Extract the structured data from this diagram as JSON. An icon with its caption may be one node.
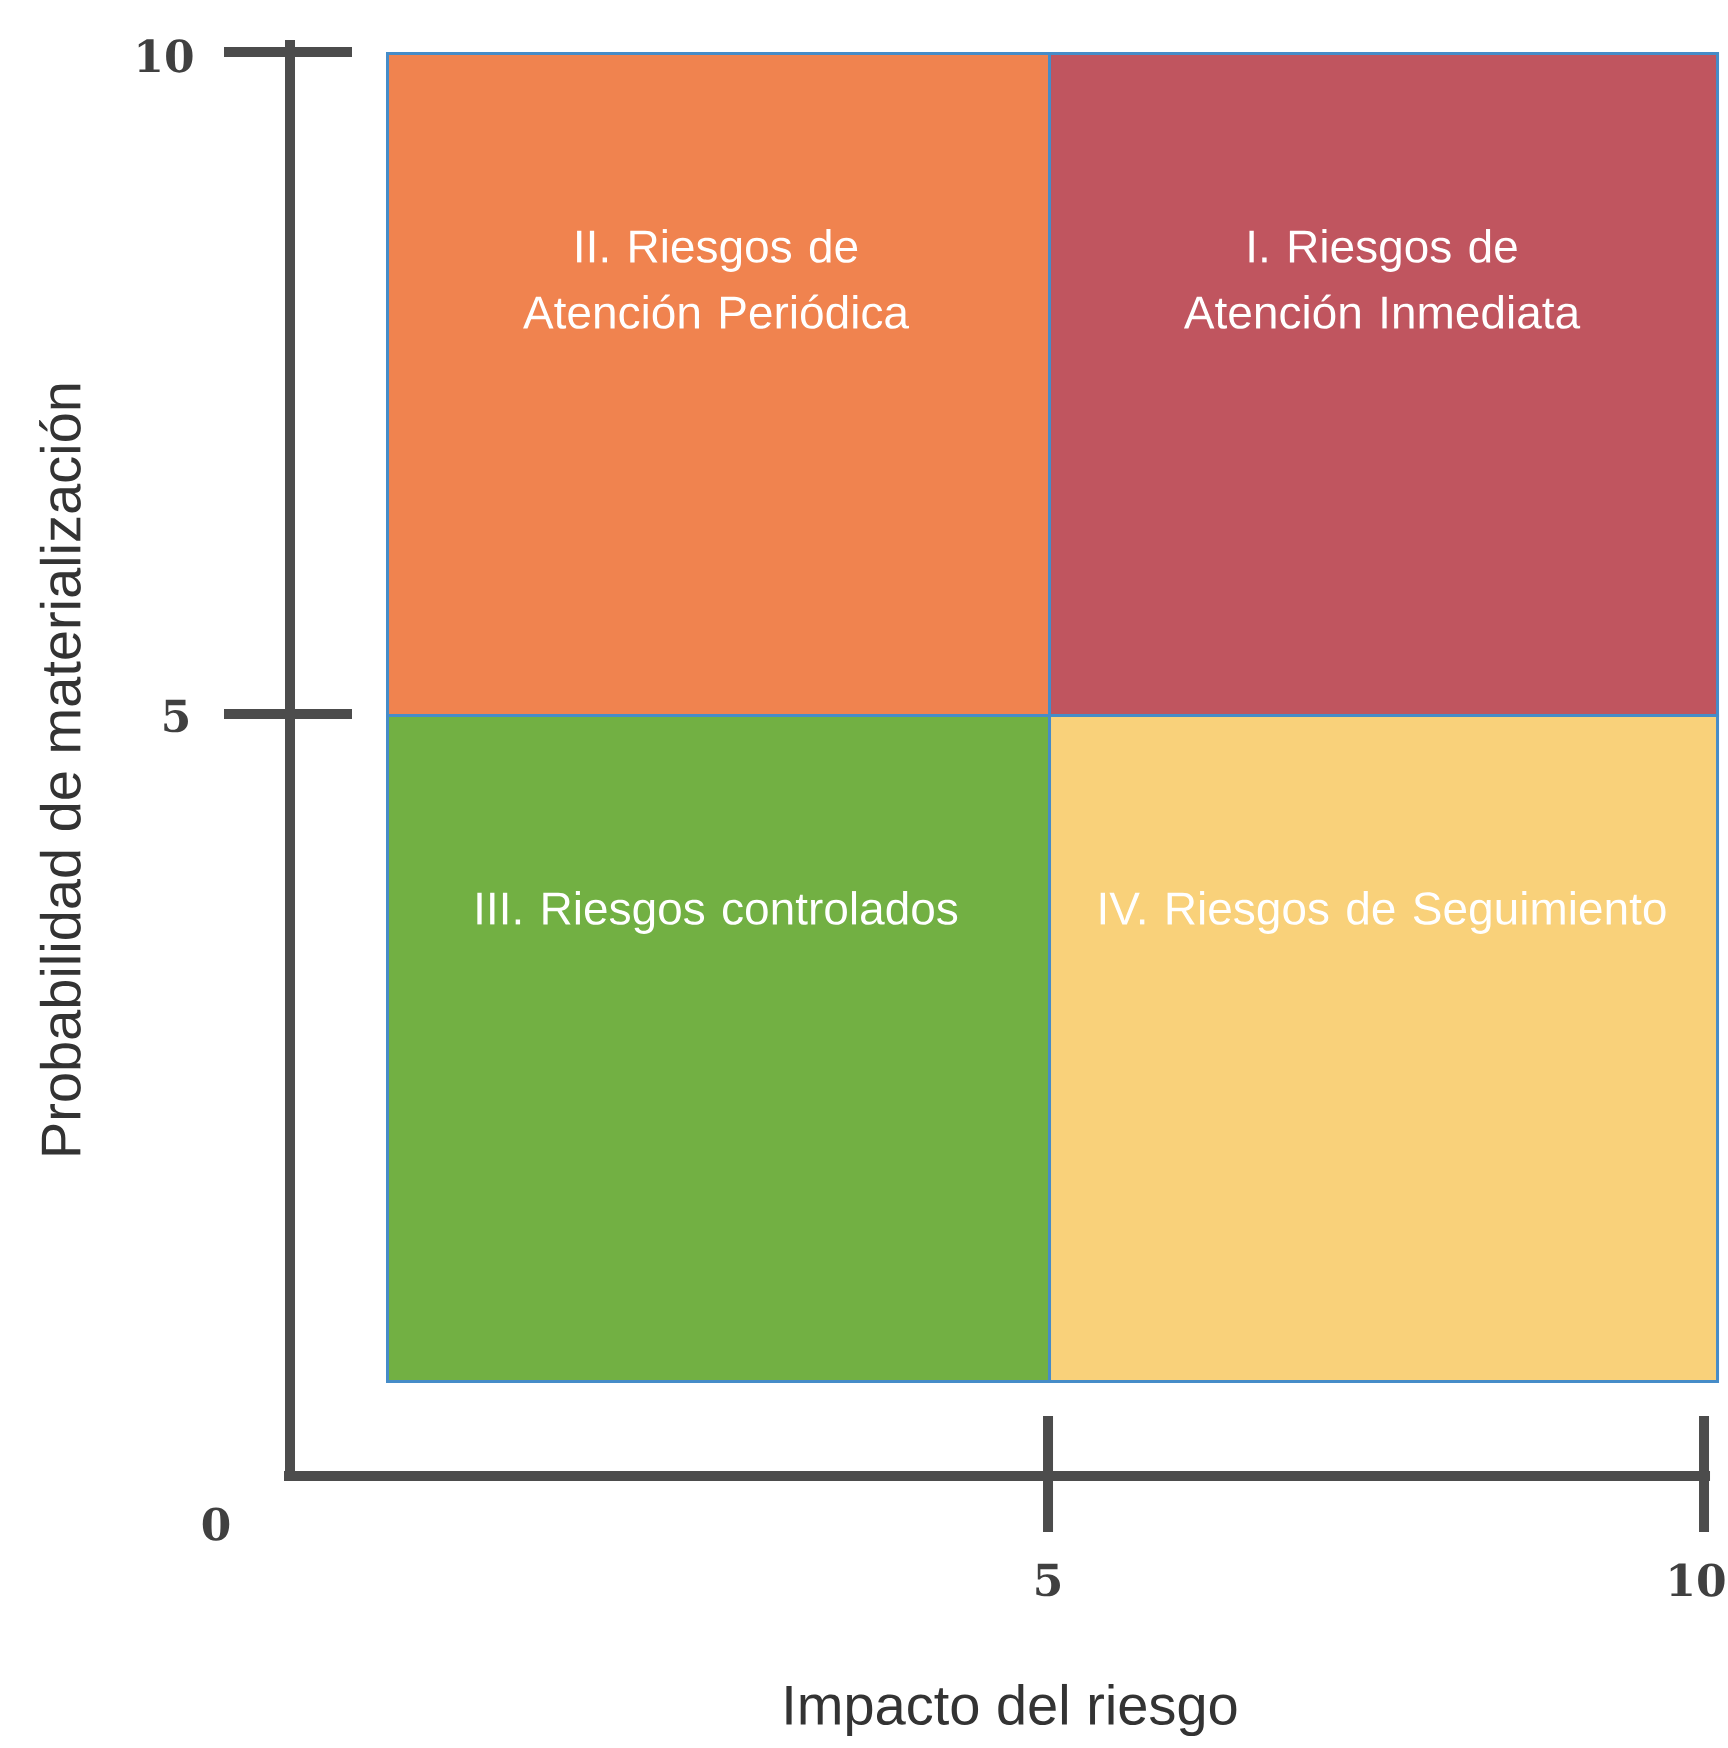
{
  "diagram": {
    "nodes": [
      {
        "text": [
          "II. Riesgos de Atención Periódica"
        ]
      },
      {
        "text": [
          "I. Riesgos de Atención Inmediata"
        ]
      },
      {
        "text": [
          "III. Riesgos controlados"
        ]
      },
      {
        "text": [
          "IV. Riesgos de Seguimiento"
        ]
      }
    ],
    "labels": [
      "10",
      "5",
      "0",
      "5",
      "10",
      "Probabilidad de materialización",
      "Impacto del riesgo"
    ]
  }
}
